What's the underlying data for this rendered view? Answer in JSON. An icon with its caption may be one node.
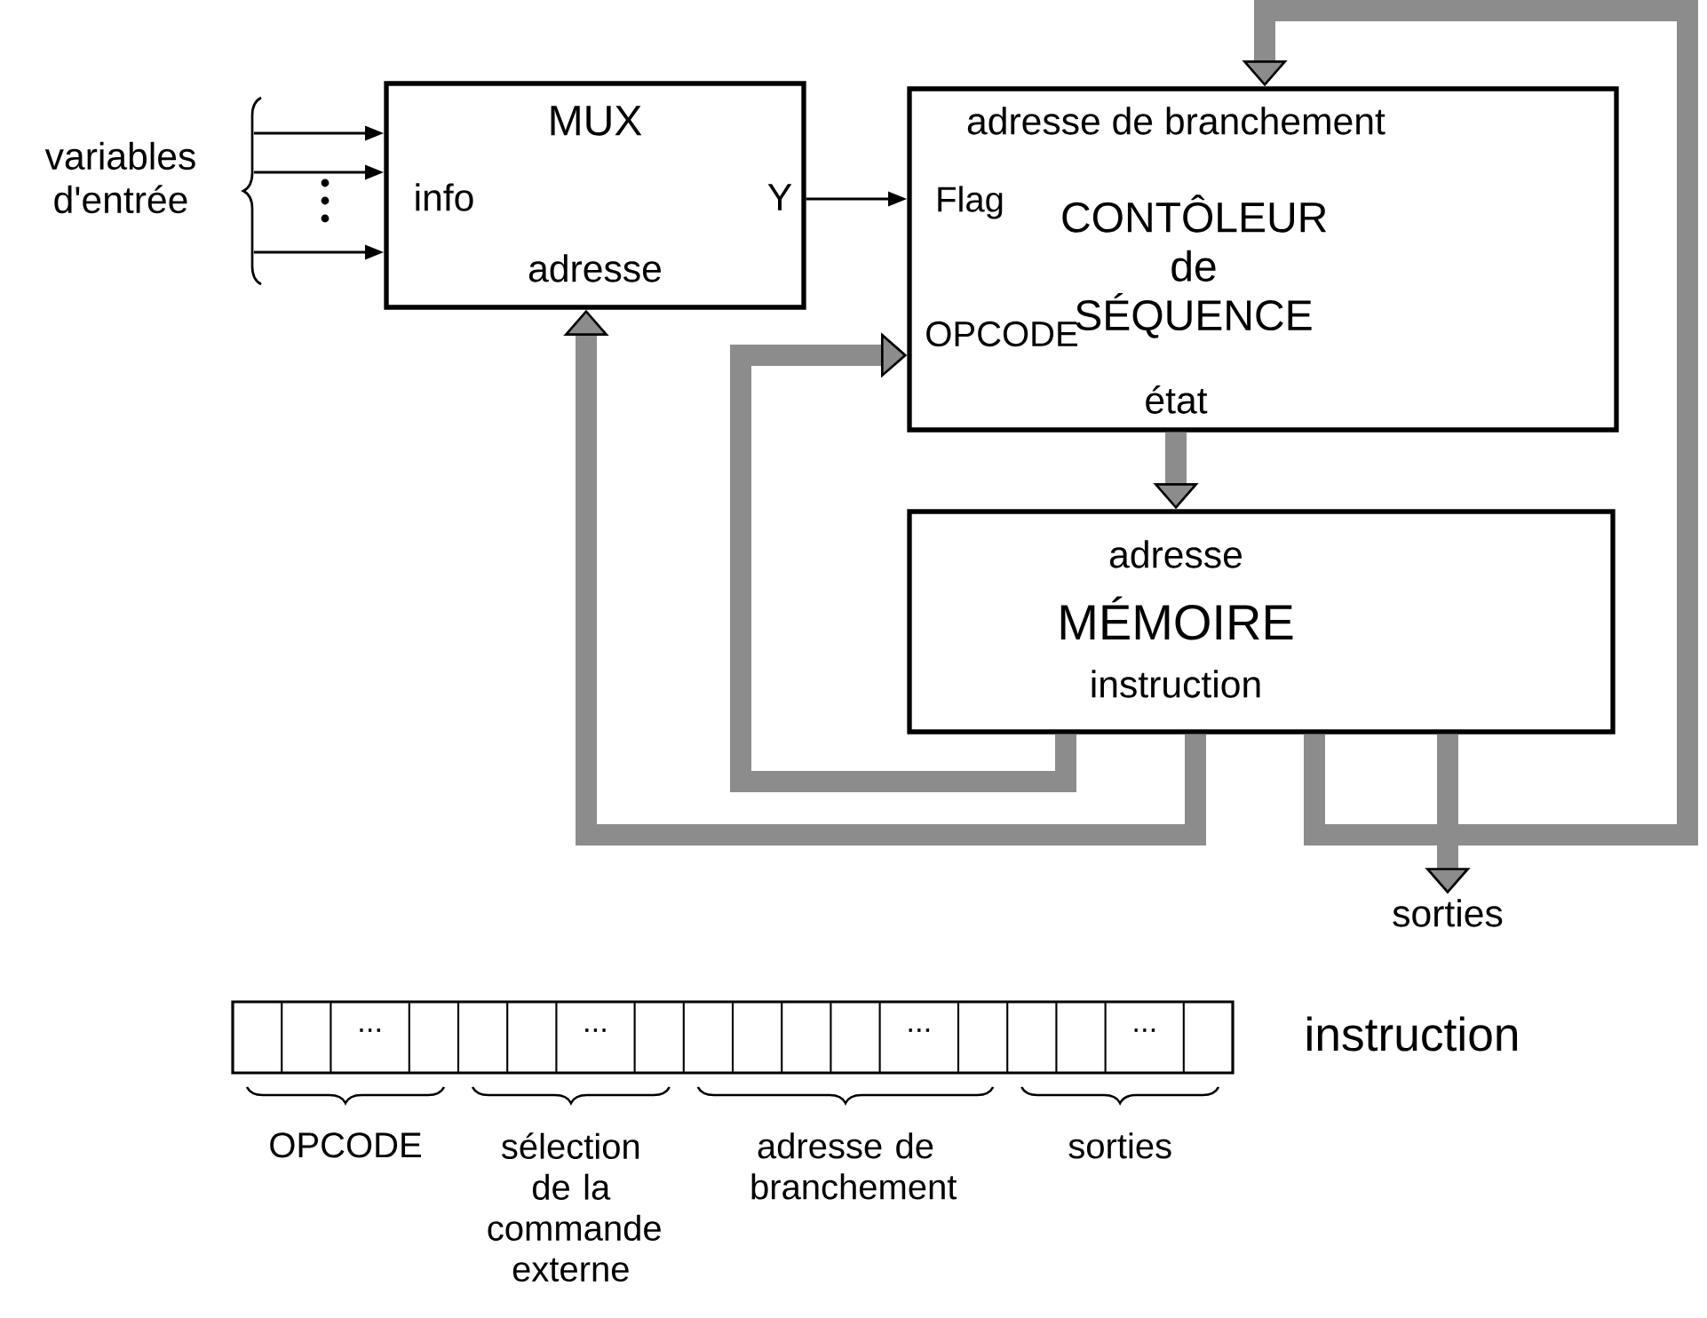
{
  "diagram": {
    "nodes": [
      {
        "text": [
          "variables d'entrée"
        ]
      },
      {
        "text": [
          "MUX",
          "info",
          "Y",
          "adresse"
        ]
      },
      {
        "text": [
          "adresse de branchement",
          "Flag",
          "CONTÔLEUR de SÉQUENCE",
          "OPCODE",
          "état"
        ]
      },
      {
        "text": [
          "adresse",
          "MÉMOIRE",
          "instruction"
        ]
      },
      {
        "text": [
          "sorties"
        ]
      }
    ],
    "edges": [
      {
        "from": 0,
        "to": 1,
        "arrow": "to",
        "color": "#000000"
      },
      {
        "from": 0,
        "to": 1,
        "arrow": "to",
        "color": "#000000"
      },
      {
        "from": 0,
        "to": 1,
        "arrow": "to",
        "color": "#000000"
      },
      {
        "from": 1,
        "to": 2,
        "arrow": "to",
        "color": "#000000"
      },
      {
        "from": 2,
        "to": 3,
        "arrow": "to"
      },
      {
        "from": 3,
        "to": 1,
        "arrow": "to"
      },
      {
        "from": 3,
        "to": 2,
        "arrow": "to"
      },
      {
        "from": 3,
        "to": 2,
        "arrow": "to"
      },
      {
        "from": 3,
        "to": 4,
        "arrow": "to"
      }
    ],
    "labels": [
      "...",
      "...",
      "...",
      "...",
      "instruction",
      "OPCODE",
      "sélection de la commande externe",
      "adresse de branchement",
      "sorties"
    ]
  }
}
